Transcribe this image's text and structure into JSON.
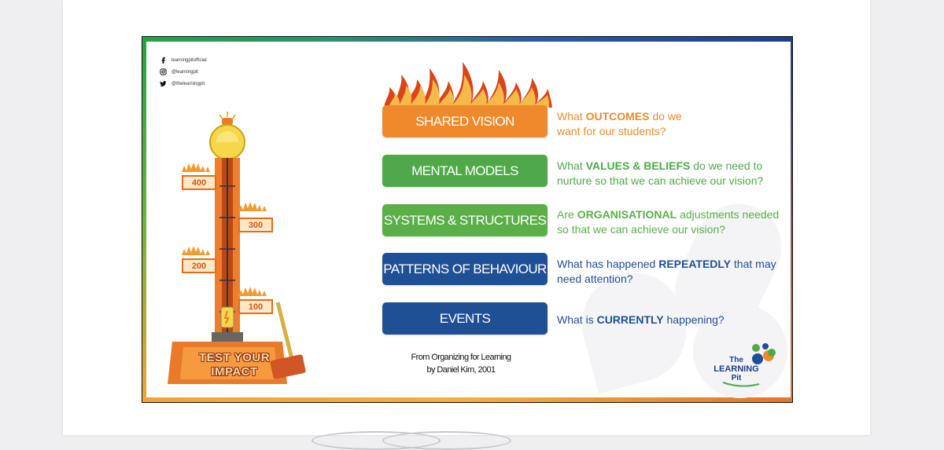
{
  "social": [
    {
      "icon": "facebook-icon",
      "handle": "learningpitofficial"
    },
    {
      "icon": "instagram-icon",
      "handle": "@learningpit"
    },
    {
      "icon": "twitter-icon",
      "handle": "@thelearningpit"
    }
  ],
  "levels": [
    {
      "label": "SHARED VISION",
      "color": "#ef8a2c",
      "text_color": "#ef8a2c",
      "q_before": "What ",
      "q_bold": "OUTCOMES",
      "q_after": " do we",
      "q_line2": "want for our students?"
    },
    {
      "label": "MENTAL MODELS",
      "color": "#4fa94a",
      "text_color": "#4fa94a",
      "q_before": "What ",
      "q_bold": "VALUES & BELIEFS",
      "q_after": " do we need to",
      "q_line2": "nurture so that we can achieve our vision?"
    },
    {
      "label": "SYSTEMS & STRUCTURES",
      "color": "#5aaf49",
      "text_color": "#5aaf49",
      "q_before": "Are ",
      "q_bold": "ORGANISATIONAL",
      "q_after": " adjustments needed",
      "q_line2": "so that we can achieve our vision?"
    },
    {
      "label": "PATTERNS OF BEHAVIOUR",
      "color": "#1f4f95",
      "text_color": "#1f4f95",
      "q_before": "What has happened ",
      "q_bold": "REPEATEDLY",
      "q_after": " that may",
      "q_line2": "need attention?"
    },
    {
      "label": "EVENTS",
      "color": "#1f4f95",
      "text_color": "#1f4f95",
      "q_before": "What is ",
      "q_bold": "CURRENTLY",
      "q_after": " happening?",
      "q_line2": ""
    }
  ],
  "credit": {
    "line1": "From Organizing for Learning",
    "line2": "by Daniel Kim, 2001"
  },
  "striker": {
    "scores": [
      "400",
      "300",
      "200",
      "100"
    ],
    "label_line1": "TEST YOUR",
    "label_line2": "IMPACT"
  },
  "logo": {
    "line1": "The",
    "line2": "LEARNING",
    "line3": "Pit"
  },
  "colors": {
    "orange": "#ef8a2c",
    "green": "#4fa94a",
    "navy": "#1f4f95"
  }
}
